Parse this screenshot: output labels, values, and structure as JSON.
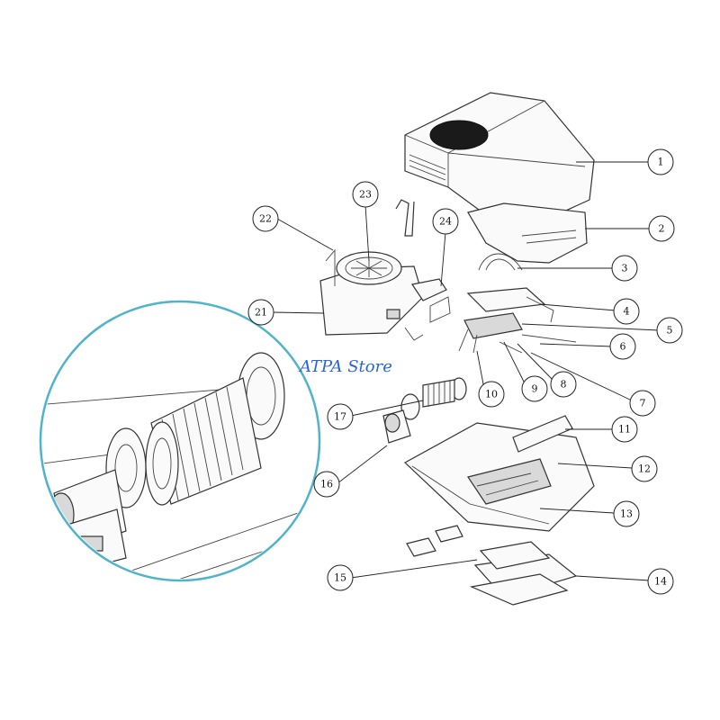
{
  "watermark": "ATPA Store",
  "colors": {
    "zoom_ring": "#4fb3c9",
    "watermark": "#2b63d9",
    "line": "#222222"
  },
  "callouts": [
    "1",
    "2",
    "3",
    "4",
    "5",
    "6",
    "7",
    "8",
    "9",
    "10",
    "11",
    "12",
    "13",
    "14",
    "15",
    "16",
    "17",
    "21",
    "22",
    "23",
    "24"
  ]
}
